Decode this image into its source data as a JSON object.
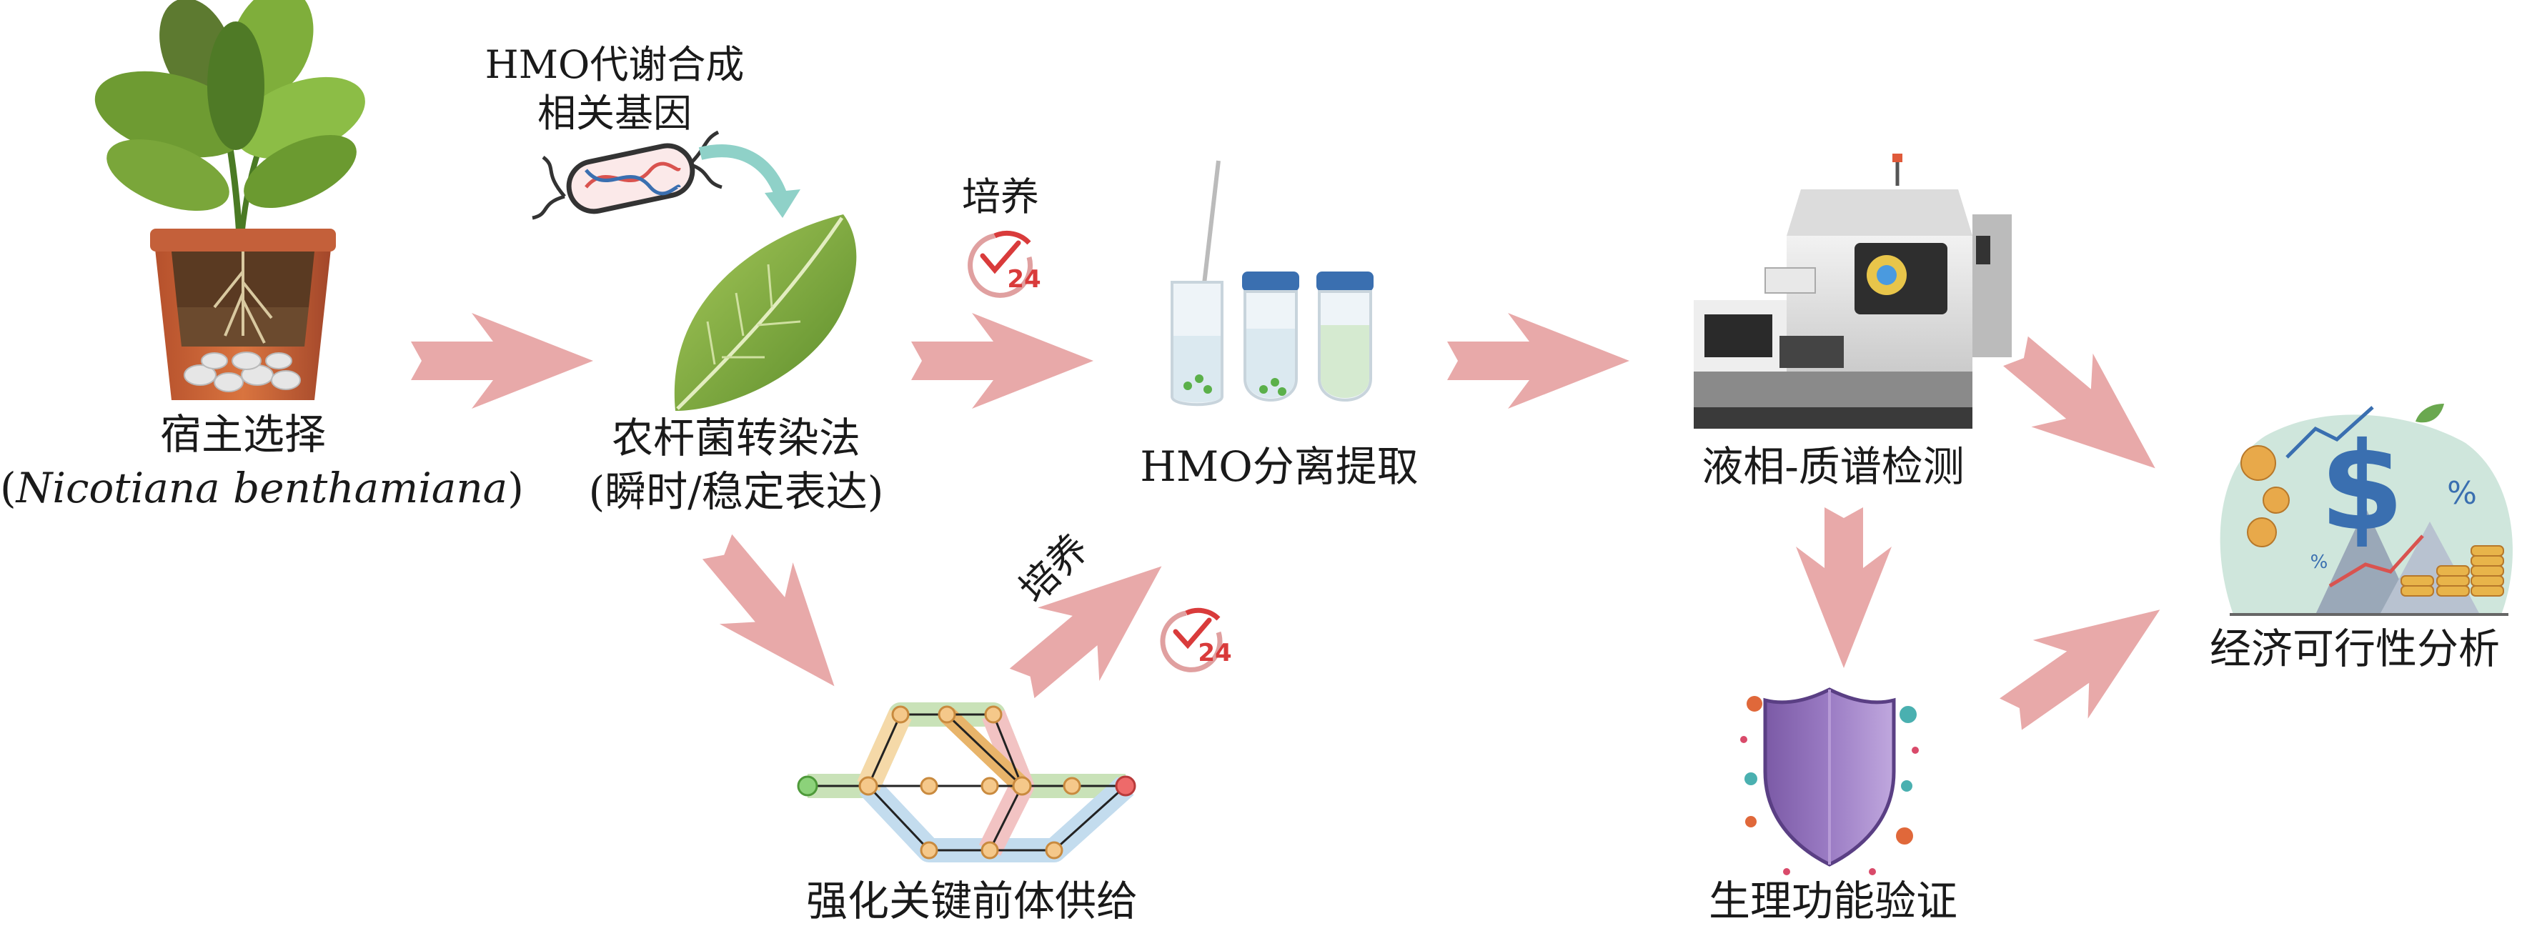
{
  "labels": {
    "host_selection": "宿主选择",
    "host_species_open": "(",
    "host_species": "Nicotiana benthamiana",
    "host_species_close": ")",
    "hmo_gene_line1": "HMO代谢合成",
    "hmo_gene_line2": "相关基因",
    "agro_method_line1": "农杆菌转染法",
    "agro_method_line2": "(瞬时/稳定表达)",
    "culture_top": "培养",
    "culture_diag": "培养",
    "timer_hours": "24",
    "hmo_extraction": "HMO分离提取",
    "lcms": "液相-质谱检测",
    "precursor": "强化关键前体供给",
    "physiological": "生理功能验证",
    "economic": "经济可行性分析"
  },
  "icons": {
    "plant": "potted-plant-icon",
    "dna": "dna-vector-icon",
    "leaf": "leaf-icon",
    "timer": "clock-24h-icon",
    "tubes": "test-tubes-icon",
    "machine": "lcms-instrument-icon",
    "network": "metabolic-network-icon",
    "shield": "shield-icon",
    "finance": "finance-chart-icon"
  },
  "colors": {
    "arrow": "#e8a9a9",
    "leaf": "#7aa63a",
    "timer_red": "#d93b3b",
    "shield": "#8e6fb3",
    "finance_bg": "#cfe6dc",
    "tube_cap": "#3a6fb0"
  }
}
